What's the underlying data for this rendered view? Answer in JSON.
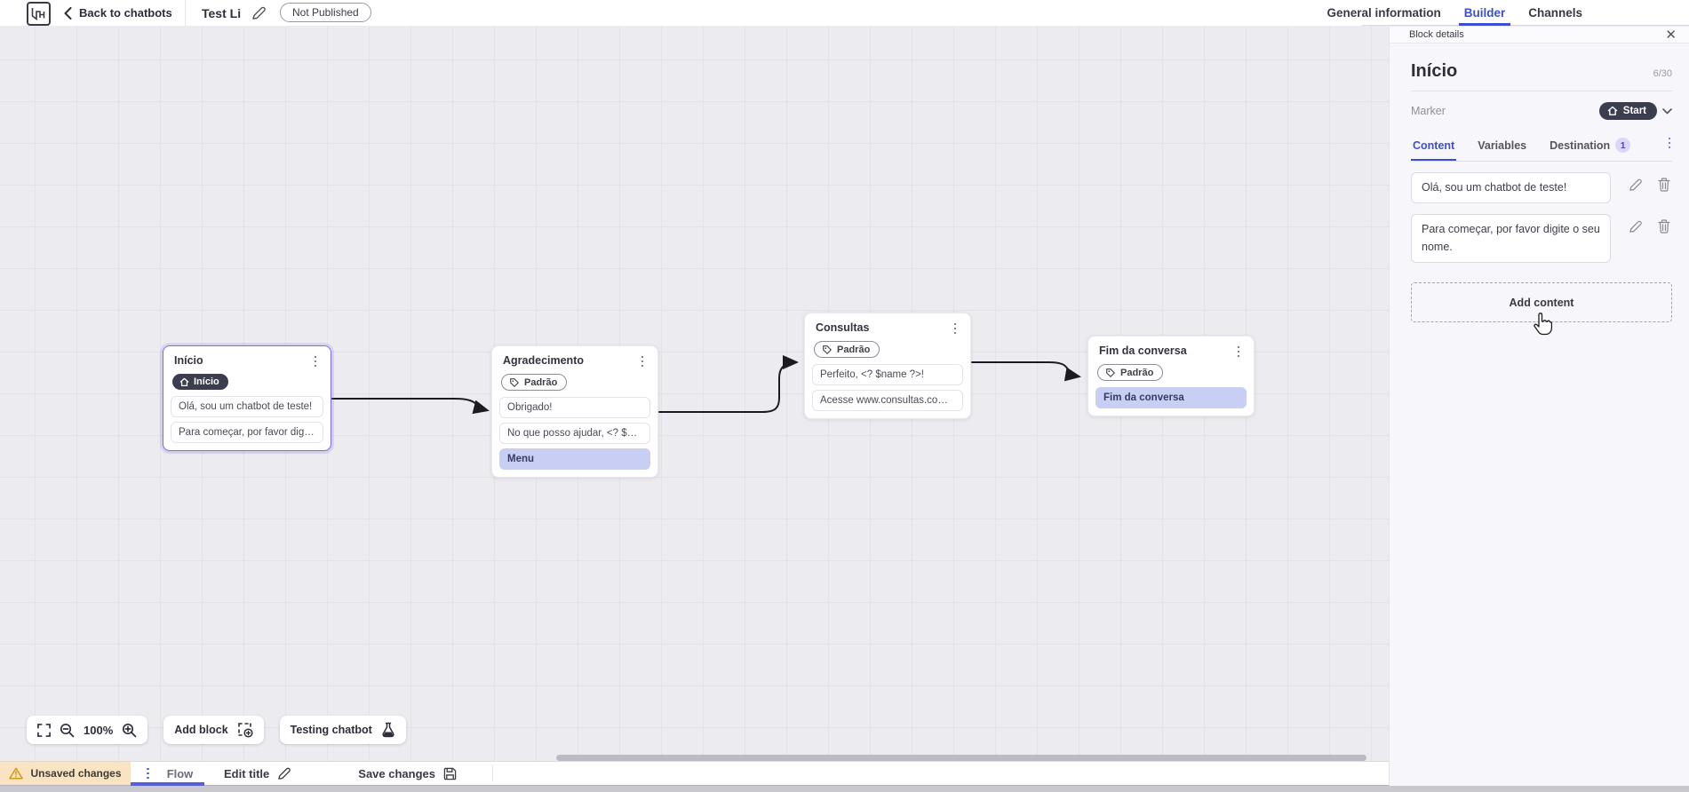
{
  "header": {
    "back_label": "Back to chatbots",
    "flow_name": "Test Li",
    "status_badge": "Not Published",
    "tabs": [
      {
        "label": "General information",
        "active": false
      },
      {
        "label": "Builder",
        "active": true
      },
      {
        "label": "Channels",
        "active": false
      }
    ]
  },
  "panel": {
    "header_label": "Block details",
    "block_title": "Início",
    "char_counter": "6/30",
    "marker_label": "Marker",
    "marker_value": "Start",
    "tabs": [
      {
        "label": "Content",
        "active": true
      },
      {
        "label": "Variables",
        "active": false
      },
      {
        "label": "Destination",
        "badge": "1",
        "active": false
      }
    ],
    "content_items": [
      {
        "text": "Olá, sou um chatbot de teste!"
      },
      {
        "text": "Para começar, por favor digite o seu nome."
      }
    ],
    "add_content_label": "Add content"
  },
  "canvas": {
    "nodes": [
      {
        "title": "Início",
        "marker": "Início",
        "marker_style": "dark-start",
        "rows": [
          {
            "text": "Olá, sou um chatbot de teste!"
          },
          {
            "text": "Para começar, por favor digite o ..."
          }
        ]
      },
      {
        "title": "Agradecimento",
        "marker": "Padrão",
        "marker_style": "outline-tag",
        "rows": [
          {
            "text": "Obrigado!"
          },
          {
            "text": "No que posso ajudar, <? $name ..."
          },
          {
            "text": "Menu",
            "highlight": true
          }
        ]
      },
      {
        "title": "Consultas",
        "marker": "Padrão",
        "marker_style": "outline-tag",
        "rows": [
          {
            "text": "Perfeito, <? $name ?>!"
          },
          {
            "text": "Acesse www.consultas.com par..."
          }
        ]
      },
      {
        "title": "Fim da conversa",
        "marker": "Padrão",
        "marker_style": "outline-tag",
        "rows": [
          {
            "text": "Fim da conversa",
            "highlight": true
          }
        ]
      }
    ],
    "controls": {
      "zoom_level": "100%",
      "add_block_label": "Add block",
      "testing_label": "Testing chatbot"
    }
  },
  "footer": {
    "unsaved_label": "Unsaved changes",
    "flow_tab_label": "Flow",
    "edit_title_label": "Edit title",
    "save_label": "Save changes"
  },
  "colors": {
    "accent_blue": "#3d4fd0",
    "flow_underline_purple": "#565fd9",
    "selected_node_border": "#7b6cf0",
    "highlight_row_bg": "#c9cef5",
    "dark_pill_bg": "#3b3e4f",
    "unsaved_bg": "#f8e4c3",
    "warning_icon": "#d49a1f",
    "canvas_bg": "#ecebef",
    "panel_bg": "#f7f6fa",
    "destination_badge_bg": "#dcd7f5",
    "destination_badge_text": "#5547c6"
  }
}
